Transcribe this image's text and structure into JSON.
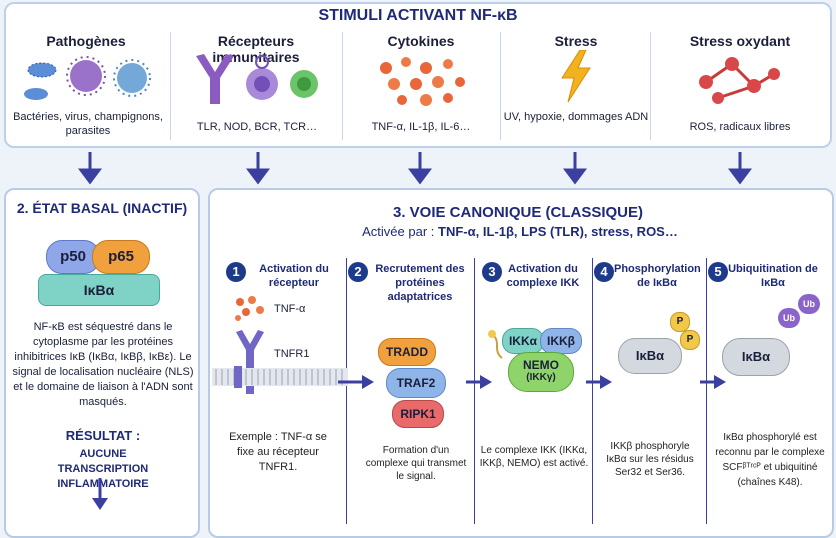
{
  "header": {
    "title": "STIMULI ACTIVANT NF-κB",
    "categories": [
      {
        "title": "Pathogènes",
        "desc": "Bactéries, virus, champignons, parasites"
      },
      {
        "title": "Récepteurs immunitaires",
        "desc": "TLR, NOD, BCR, TCR…"
      },
      {
        "title": "Cytokines",
        "desc": "TNF-α, IL-1β, IL-6…"
      },
      {
        "title": "Stress",
        "desc": "UV, hypoxie, dommages ADN"
      },
      {
        "title": "Stress oxydant",
        "desc": "ROS, radicaux libres"
      }
    ]
  },
  "basal": {
    "title": "2. ÉTAT BASAL (INACTIF)",
    "p50": "p50",
    "p65": "p65",
    "ikba": "IκBα",
    "text": "NF-κB est séquestré dans le cytoplasme par les protéines inhibitrices IκB (IκBα, IκBβ, IκBε). Le signal de localisation nucléaire (NLS) et le domaine de liaison à l'ADN sont masqués.",
    "result_label": "RÉSULTAT :",
    "result_text": "AUCUNE TRANSCRIPTION INFLAMMATOIRE"
  },
  "canonical": {
    "title": "3. VOIE CANONIQUE (CLASSIQUE)",
    "activated_prefix": "Activée par : ",
    "activated_by": "TNF-α, IL-1β, LPS (TLR), stress, ROS…",
    "steps": [
      {
        "num": "1",
        "title": "Activation du récepteur",
        "desc": "Exemple : TNF-α se fixe au récepteur TNFR1.",
        "tnf": "TNF-α",
        "tnfr": "TNFR1"
      },
      {
        "num": "2",
        "title": "Recrutement des protéines adaptatrices",
        "desc": "Formation d'un complexe qui transmet le signal.",
        "p1": "TRADD",
        "p2": "TRAF2",
        "p3": "RIPK1"
      },
      {
        "num": "3",
        "title": "Activation du complexe IKK",
        "desc": "Le complexe IKK (IKKα, IKKβ, NEMO) est activé.",
        "a": "IKKα",
        "b": "IKKβ",
        "nemo": "NEMO",
        "nemo2": "(IKKγ)"
      },
      {
        "num": "4",
        "title": "Phosphorylation de IκBα",
        "desc": "IKKβ phosphoryle IκBα sur les résidus Ser32 et Ser36.",
        "ikba": "IκBα",
        "p": "P"
      },
      {
        "num": "5",
        "title": "Ubiquitination de IκBα",
        "desc": "IκBα phosphorylé est reconnu par le complexe SCFᵝᵀʳᶜᴾ et ubiquitiné (chaînes K48).",
        "ikba": "IκBα",
        "ub": "Ub"
      }
    ]
  }
}
